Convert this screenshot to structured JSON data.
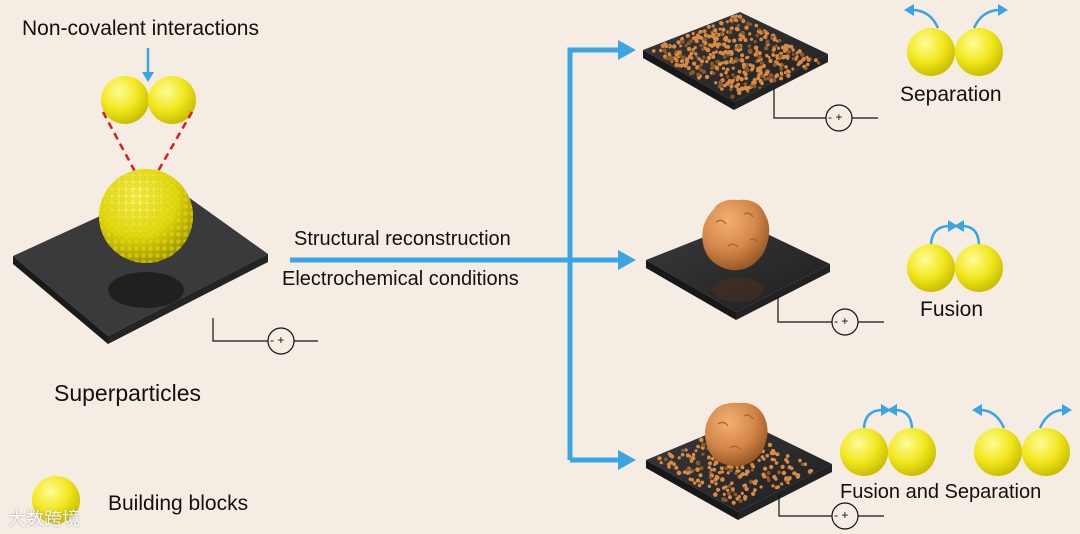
{
  "labels": {
    "non_covalent": "Non-covalent interactions",
    "superparticles": "Superparticles",
    "building_blocks": "Building blocks",
    "structural": "Structural reconstruction",
    "electrochemical": "Electrochemical conditions",
    "separation": "Separation",
    "fusion": "Fusion",
    "fusion_and_separation": "Fusion and Separation",
    "electrode_sign": "- +"
  },
  "watermark": "大数跨境",
  "colors": {
    "background": "#f5ece3",
    "particle_yellow": "#f0e620",
    "arrow_blue": "#3ba4e2",
    "substrate": "#2f2f30",
    "cluster_orange": "#d58a4a",
    "dashed_red": "#d62020"
  }
}
